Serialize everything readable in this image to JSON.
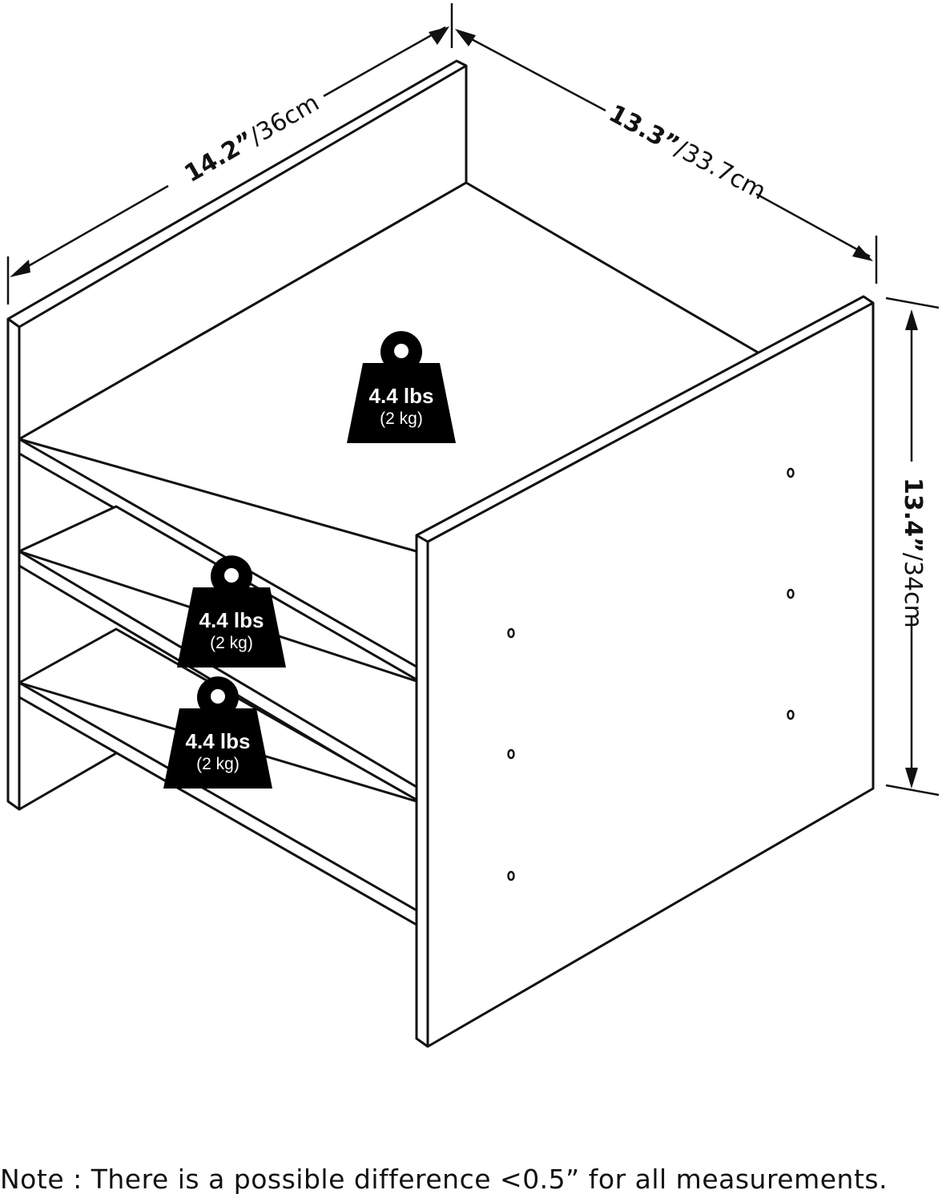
{
  "dimensions": {
    "width": {
      "inches": "14.2”",
      "metric": "/36cm"
    },
    "depth": {
      "inches": "13.3”",
      "metric": "/33.7cm"
    },
    "height": {
      "inches": "13.4”",
      "metric": "/34cm"
    }
  },
  "weight_capacity": [
    {
      "shelf": "top",
      "weight": "4.4 lbs",
      "metric": "(2 kg)"
    },
    {
      "shelf": "middle",
      "weight": "4.4 lbs",
      "metric": "(2 kg)"
    },
    {
      "shelf": "bottom",
      "weight": "4.4 lbs",
      "metric": "(2 kg)"
    }
  ],
  "note": "Note : There is a possible difference <0.5” for all measurements.",
  "colors": {
    "line": "#111111",
    "background": "#ffffff",
    "weight_fill": "#000000"
  }
}
